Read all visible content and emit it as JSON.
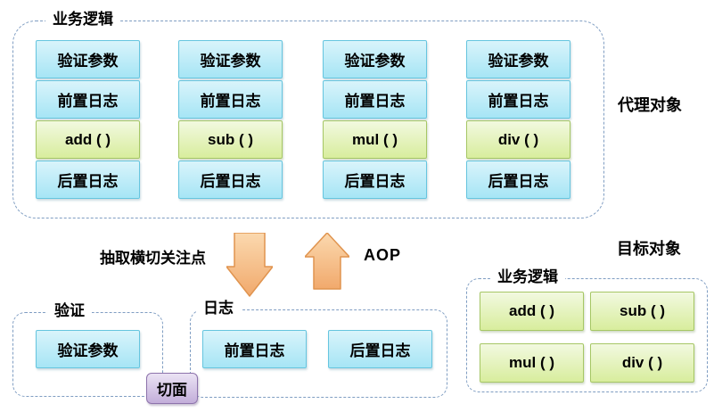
{
  "proxy": {
    "title": "业务逻辑",
    "side_label": "代理对象",
    "stacks": [
      {
        "cells": [
          "验证参数",
          "前置日志",
          "add ( )",
          "后置日志"
        ]
      },
      {
        "cells": [
          "验证参数",
          "前置日志",
          "sub ( )",
          "后置日志"
        ]
      },
      {
        "cells": [
          "验证参数",
          "前置日志",
          "mul ( )",
          "后置日志"
        ]
      },
      {
        "cells": [
          "验证参数",
          "前置日志",
          "div ( )",
          "后置日志"
        ]
      }
    ]
  },
  "flow": {
    "extract_label": "抽取横切关注点",
    "aop_label": "AOP"
  },
  "aspects": {
    "validation": {
      "title": "验证",
      "box": "验证参数"
    },
    "logging": {
      "title": "日志",
      "pre_box": "前置日志",
      "post_box": "后置日志"
    },
    "aspect_badge": "切面"
  },
  "target": {
    "side_label": "目标对象",
    "title": "业务逻辑",
    "methods": [
      "add ( )",
      "sub ( )",
      "mul ( )",
      "div ( )"
    ]
  },
  "colors": {
    "blue_box_top": "#d9f4fb",
    "blue_box_bottom": "#a6e5f5",
    "blue_box_border": "#66c5df",
    "green_box_top": "#f2f9e0",
    "green_box_bottom": "#d8ed9d",
    "green_box_border": "#a6c765",
    "purple_badge_top": "#ebe3f4",
    "purple_badge_bottom": "#c3aeda",
    "purple_badge_border": "#8d73ab",
    "arrow_fill_top": "#fbd9af",
    "arrow_fill_bottom": "#f1a96c",
    "arrow_border": "#e0944f",
    "dashed_border": "#7f9dc2",
    "text": "#000000"
  }
}
